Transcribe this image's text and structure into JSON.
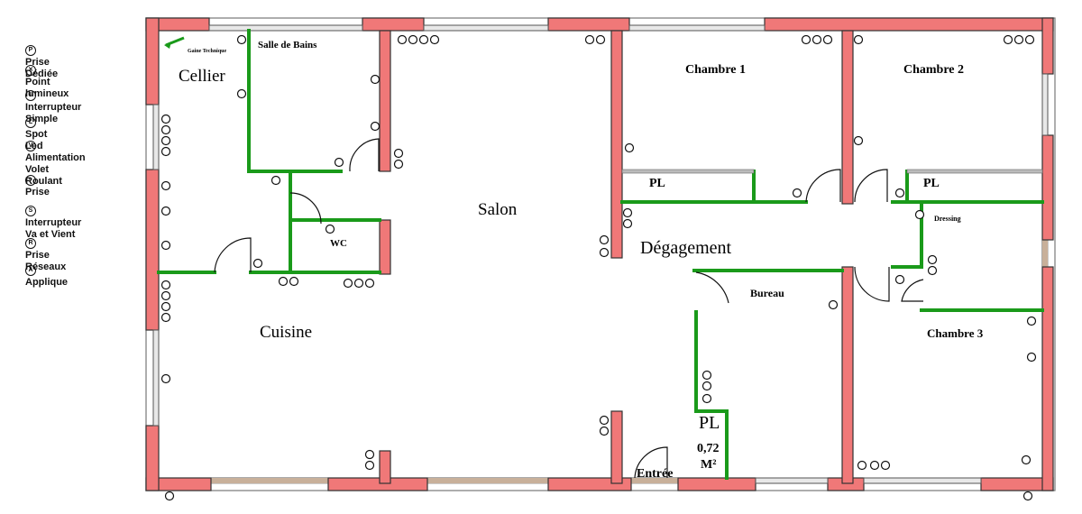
{
  "legend": [
    {
      "symbol": "P",
      "label": "Prise Dédiée"
    },
    {
      "symbol": "x",
      "label": "Point lumineux"
    },
    {
      "symbol": "I",
      "label": "Interrupteur  Simple"
    },
    {
      "symbol": "L",
      "label": "Spot Led"
    },
    {
      "symbol": "V",
      "label": "Alimentation\nVolet Roulant"
    },
    {
      "symbol": "-",
      "label": "Prise"
    },
    {
      "symbol": "S",
      "label": "Interrupteur\nVa et Vient"
    },
    {
      "symbol": "R",
      "label": "Prise Réseaux"
    },
    {
      "symbol": "A",
      "label": "Applique"
    }
  ],
  "rooms": {
    "cellier": "Cellier",
    "salle_de_bains": "Salle de Bains",
    "gaine": "Gaine Technique",
    "wc": "WC",
    "salon": "Salon",
    "cuisine": "Cuisine",
    "chambre1": "Chambre 1",
    "chambre2": "Chambre 2",
    "chambre3": "Chambre 3",
    "degagement": "Dégagement",
    "bureau": "Bureau",
    "dressing": "Dressing",
    "pl1": "PL",
    "pl2": "PL",
    "pl3": "PL",
    "pl3_area": "0,72",
    "pl3_unit": "M²",
    "entree": "Entrée"
  },
  "colors": {
    "wall": "#f07878",
    "partition": "#1a9a1a",
    "floor": "#ffffff"
  }
}
